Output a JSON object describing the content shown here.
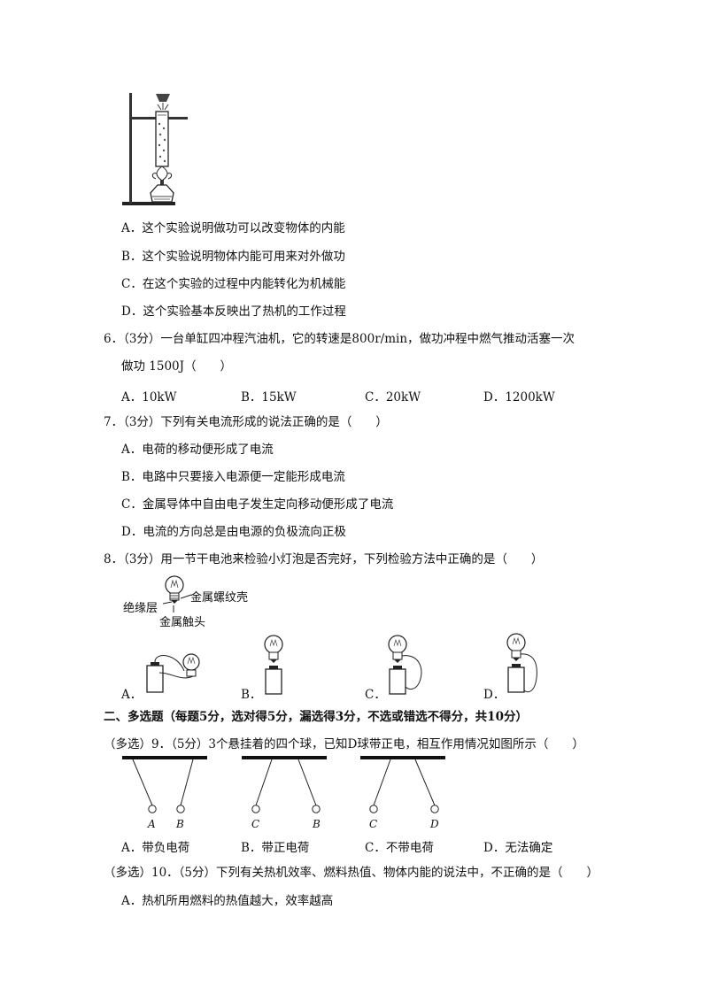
{
  "q5": {
    "options": [
      "A．这个实验说明做功可以改变物体的内能",
      "B．这个实验说明物体内能可用来对外做功",
      "C．在这个实验的过程中内能转化为机械能",
      "D．这个实验基本反映出了热机的工作过程"
    ]
  },
  "q6": {
    "stem_line1": "6．（3分）一台单缸四冲程汽油机，它的转速是800r/min，做功冲程中燃气推动活塞一次",
    "stem_line2": "做功 1500J（　　）",
    "options": [
      "A．10kW",
      "B．15kW",
      "C．20kW",
      "D．1200kW"
    ]
  },
  "q7": {
    "stem": "7．（3分）下列有关电流形成的说法正确的是（　　）",
    "options": [
      "A．电荷的移动便形成了电流",
      "B．电路中只要接入电源便一定能形成电流",
      "C．金属导体中自由电子发生定向移动便形成了电流",
      "D．电流的方向总是由电源的负极流向正极"
    ]
  },
  "q8": {
    "stem": "8．（3分）用一节干电池来检验小灯泡是否完好，下列检验方法中正确的是（　　）",
    "bulb_labels": {
      "insulation": "绝缘层",
      "shell": "金属螺纹壳",
      "contact": "金属触头"
    },
    "options": [
      "A．",
      "B．",
      "C．",
      "D．"
    ]
  },
  "section2": {
    "title": "二、多选题（每题5分，选对得5分，漏选得3分，不选或错选不得分，共10分）"
  },
  "q9": {
    "stem": "（多选）9．（5分）3个悬挂着的四个球，已知D球带正电，相互作用情况如图所示（　　）",
    "ball_labels": [
      [
        "A",
        "B"
      ],
      [
        "C",
        "B"
      ],
      [
        "C",
        "D"
      ]
    ],
    "options": [
      "A．带负电荷",
      "B．带正电荷",
      "C．不带电荷",
      "D．无法确定"
    ]
  },
  "q10": {
    "stem": "（多选）10．（5分）下列有关热机效率、燃料热值、物体内能的说法中，不正确的是（　　）",
    "options": [
      "A．热机所用燃料的热值越大，效率越高"
    ]
  }
}
